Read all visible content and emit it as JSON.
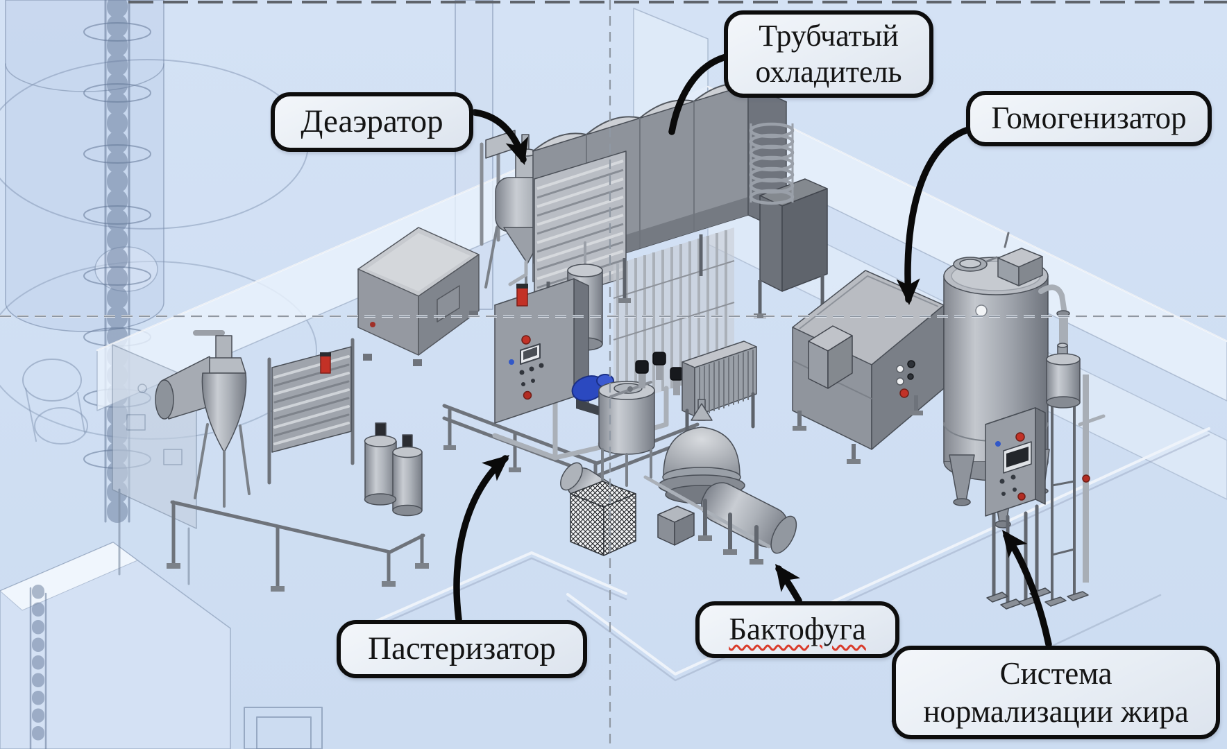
{
  "callouts": {
    "deaerator": {
      "text": "Деаэратор"
    },
    "tubular_cooler": {
      "line1": "Трубчатый",
      "line2": "охладитель"
    },
    "homogenizer": {
      "text": "Гомогенизатор"
    },
    "pasteurizer": {
      "text": "Пастеризатор"
    },
    "bactofuge": {
      "text": "Бактофуга"
    },
    "fat_normalization": {
      "line1": "Система",
      "line2": "нормализации жира"
    }
  },
  "colors": {
    "background": "#cfdff2",
    "label_background": "#eef2f7",
    "label_border": "#0d0d0d",
    "label_text": "#141414",
    "arrow": "#0a0a0a",
    "misspell_underline": "#d93b2b",
    "guide_dashes": "#939ca7",
    "ghost_structure_fill": "#e7effb",
    "metal_light": "#c6cad1",
    "metal_mid": "#9ba0a8",
    "metal_dark": "#70757e",
    "indicator_red": "#c23227",
    "pump_blue": "#2b49c0",
    "valve_cap_black": "#17191d"
  }
}
